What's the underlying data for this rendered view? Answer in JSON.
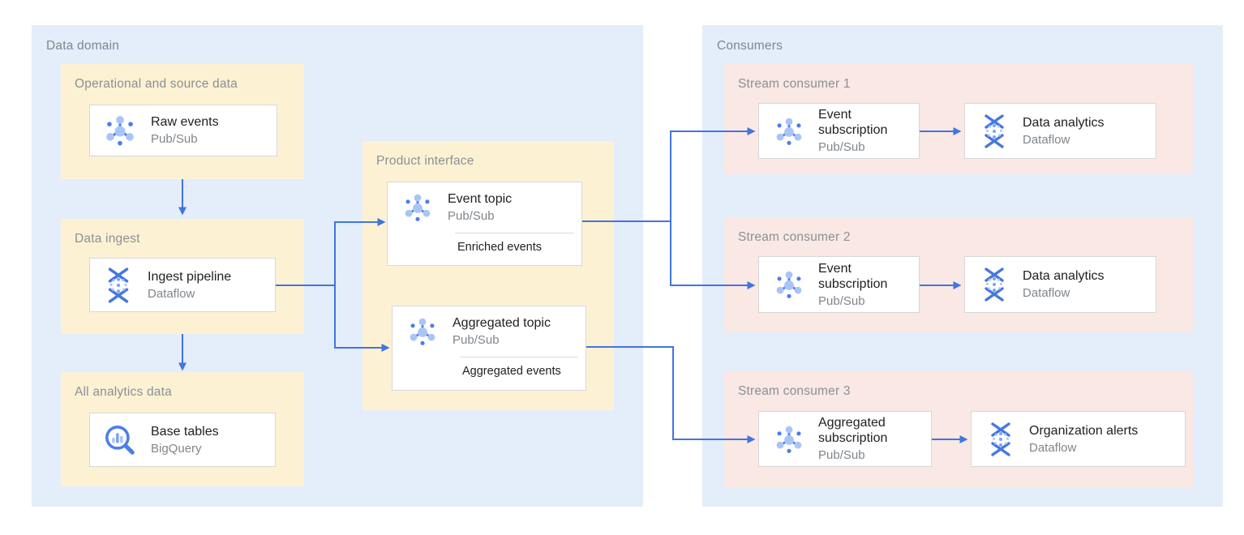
{
  "colors": {
    "zone_blue": "#E4EDFA",
    "group_yellow": "#FCF2D3",
    "group_pink": "#F9E8E4",
    "card_border": "#D5D7DA",
    "arrow_blue": "#4175DF",
    "label_gray": "#80868B",
    "title_dark": "#202124",
    "icon_blue_dark": "#4D7EE8",
    "icon_blue_light": "#A9C5F8"
  },
  "data_domain": {
    "label": "Data domain",
    "groups": {
      "operational": {
        "label": "Operational and source data",
        "card": {
          "title": "Raw events",
          "subtitle": "Pub/Sub",
          "icon": "pubsub-icon"
        }
      },
      "ingest": {
        "label": "Data ingest",
        "card": {
          "title": "Ingest pipeline",
          "subtitle": "Dataflow",
          "icon": "dataflow-icon"
        }
      },
      "analytics": {
        "label": "All analytics data",
        "card": {
          "title": "Base tables",
          "subtitle": "BigQuery",
          "icon": "bigquery-icon"
        }
      },
      "product_interface": {
        "label": "Product interface",
        "event_topic": {
          "title": "Event topic",
          "subtitle": "Pub/Sub",
          "tag": "Enriched events",
          "icon": "pubsub-icon"
        },
        "aggregated_topic": {
          "title": "Aggregated topic",
          "subtitle": "Pub/Sub",
          "tag": "Aggregated events",
          "icon": "pubsub-icon"
        }
      }
    }
  },
  "consumers": {
    "label": "Consumers",
    "stream1": {
      "label": "Stream consumer 1",
      "subscription": {
        "title": "Event subscription",
        "subtitle": "Pub/Sub",
        "icon": "pubsub-icon"
      },
      "processor": {
        "title": "Data analytics",
        "subtitle": "Dataflow",
        "icon": "dataflow-icon"
      }
    },
    "stream2": {
      "label": "Stream consumer 2",
      "subscription": {
        "title": "Event subscription",
        "subtitle": "Pub/Sub",
        "icon": "pubsub-icon"
      },
      "processor": {
        "title": "Data analytics",
        "subtitle": "Dataflow",
        "icon": "dataflow-icon"
      }
    },
    "stream3": {
      "label": "Stream consumer 3",
      "subscription": {
        "title": "Aggregated subscription",
        "subtitle": "Pub/Sub",
        "icon": "pubsub-icon"
      },
      "processor": {
        "title": "Organization alerts",
        "subtitle": "Dataflow",
        "icon": "dataflow-icon"
      }
    }
  }
}
